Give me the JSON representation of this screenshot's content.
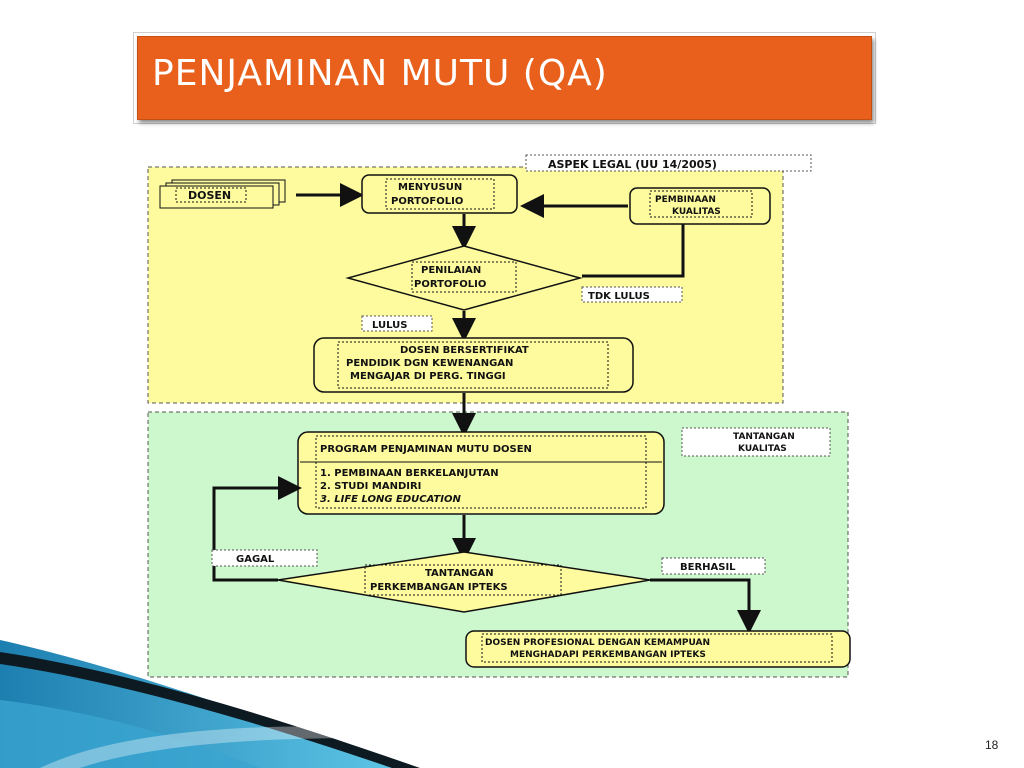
{
  "slide": {
    "title": "PENJAMINAN MUTU (QA)",
    "number": "18"
  },
  "diagram": {
    "legal_aspect": "ASPEK LEGAL (UU 14/2005)",
    "dosen": "DOSEN",
    "portfolio": [
      "MENYUSUN",
      "PORTOFOLIO"
    ],
    "quality_development": [
      "PEMBINAAN",
      "KUALITAS"
    ],
    "assessment": [
      "PENILAIAN",
      "PORTOFOLIO"
    ],
    "fail_label": "TDK LULUS",
    "pass_label": "LULUS",
    "certified": [
      "DOSEN BERSERTIFIKAT",
      "PENDIDIK DGN KEWENANGAN",
      "MENGAJAR DI PERG. TINGGI"
    ],
    "quality_challenge": [
      "TANTANGAN",
      "KUALITAS"
    ],
    "program_title": "PROGRAM PENJAMINAN MUTU DOSEN",
    "program_items": [
      "1.  PEMBINAAN BERKELANJUTAN",
      "2.  STUDI MANDIRI",
      "3.  LIFE LONG EDUCATION"
    ],
    "failed": "GAGAL",
    "succeeded": "BERHASIL",
    "ipteks_challenge": [
      "TANTANGAN",
      "PERKEMBANGAN IPTEKS"
    ],
    "professional": [
      "DOSEN PROFESIONAL DENGAN KEMAMPUAN",
      "MENGHADAPI PERKEMBANGAN IPTEKS"
    ]
  }
}
